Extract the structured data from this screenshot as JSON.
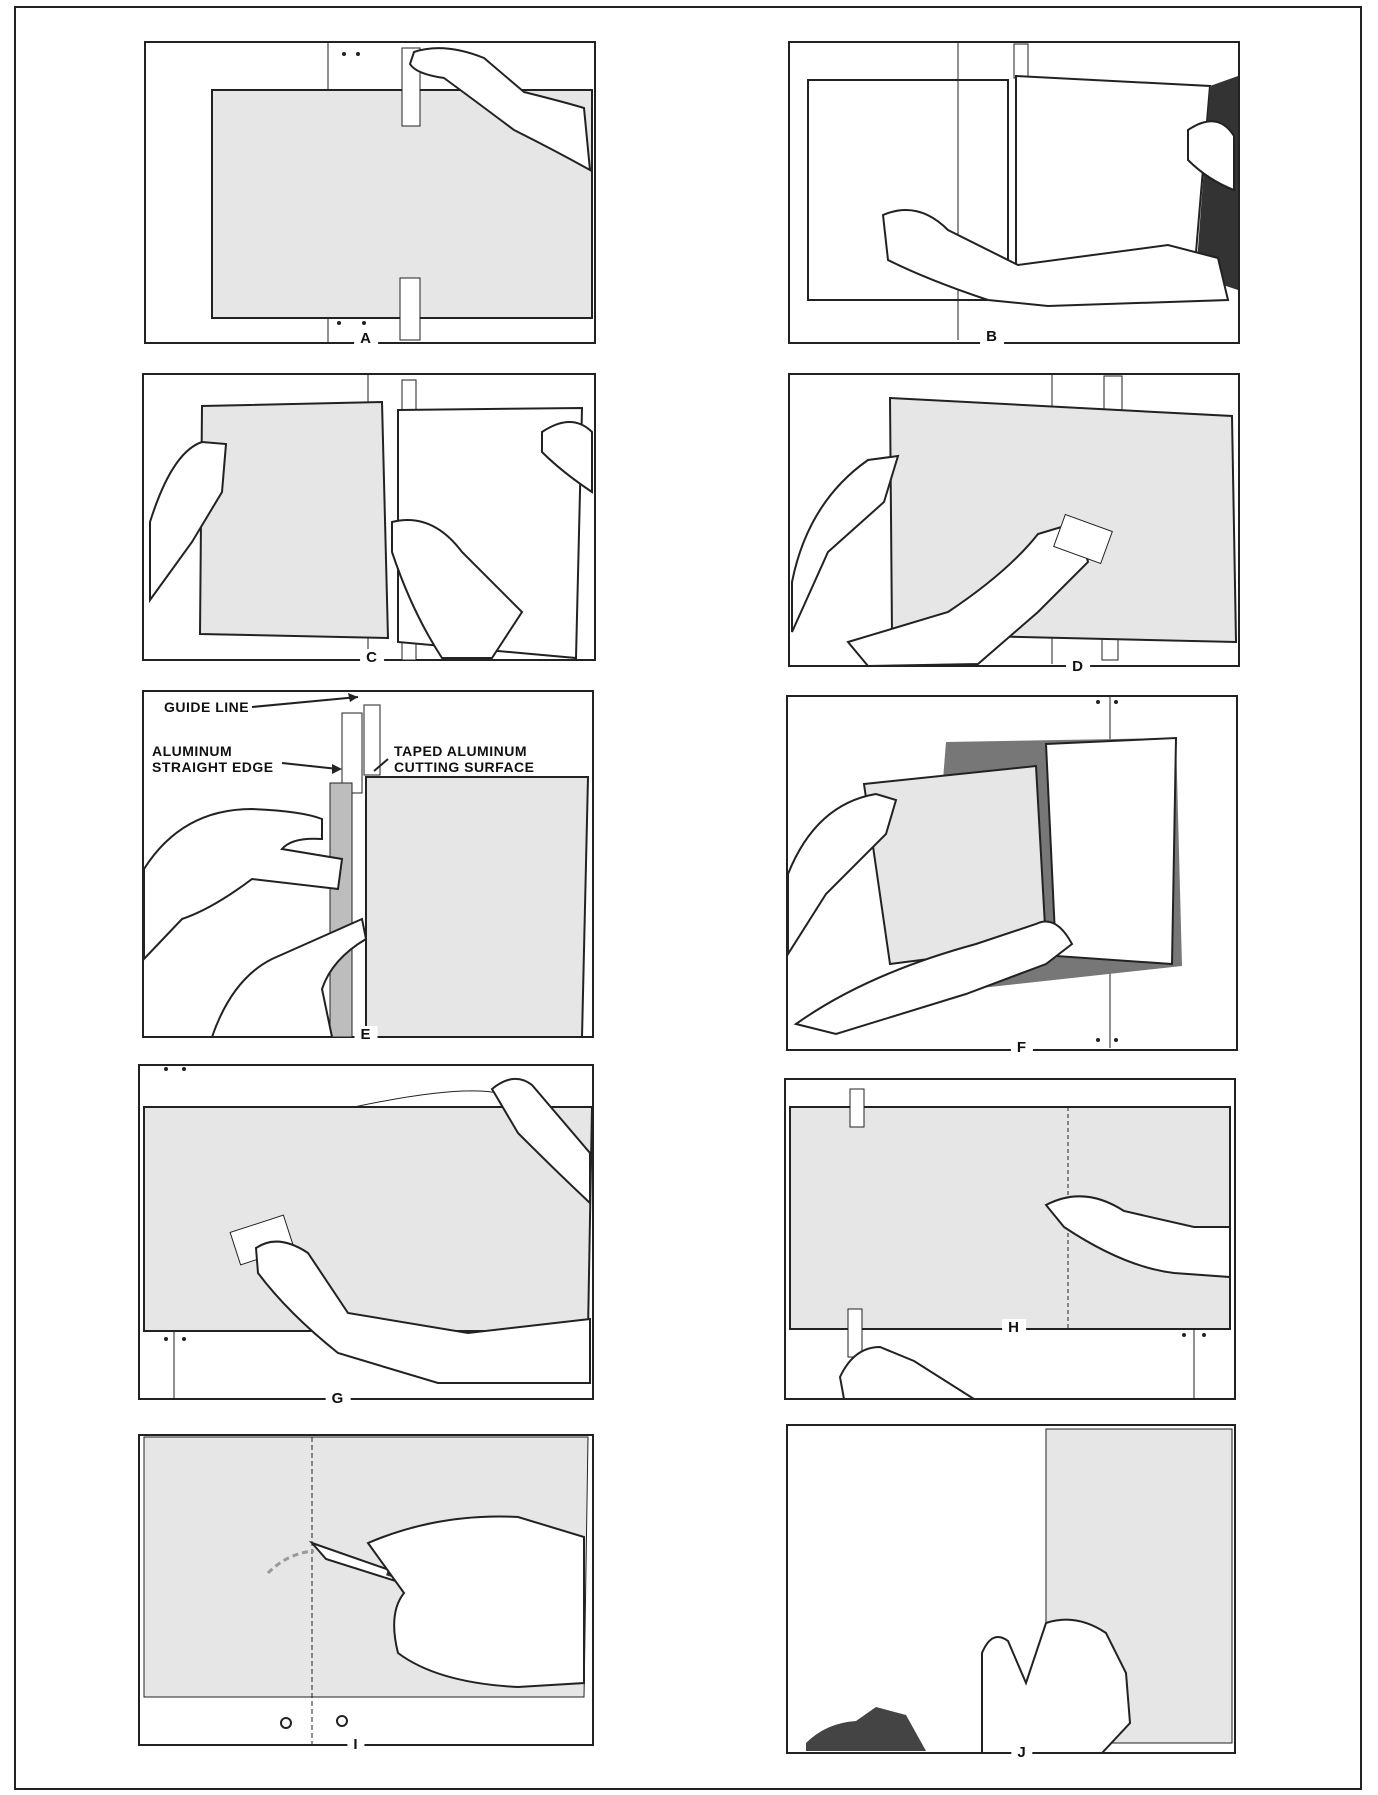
{
  "figure": {
    "panels": [
      {
        "id": "A",
        "label": "A"
      },
      {
        "id": "B",
        "label": "B"
      },
      {
        "id": "C",
        "label": "C"
      },
      {
        "id": "D",
        "label": "D"
      },
      {
        "id": "E",
        "label": "E"
      },
      {
        "id": "F",
        "label": "F"
      },
      {
        "id": "G",
        "label": "G"
      },
      {
        "id": "H",
        "label": "H"
      },
      {
        "id": "I",
        "label": "I"
      },
      {
        "id": "J",
        "label": "J"
      }
    ],
    "callouts": {
      "guide_line": "GUIDE LINE",
      "aluminum_straight_edge": "ALUMINUM\nSTRAIGHT EDGE",
      "taped_aluminum_cutting_surface": "TAPED ALUMINUM\nCUTTING SURFACE"
    }
  }
}
